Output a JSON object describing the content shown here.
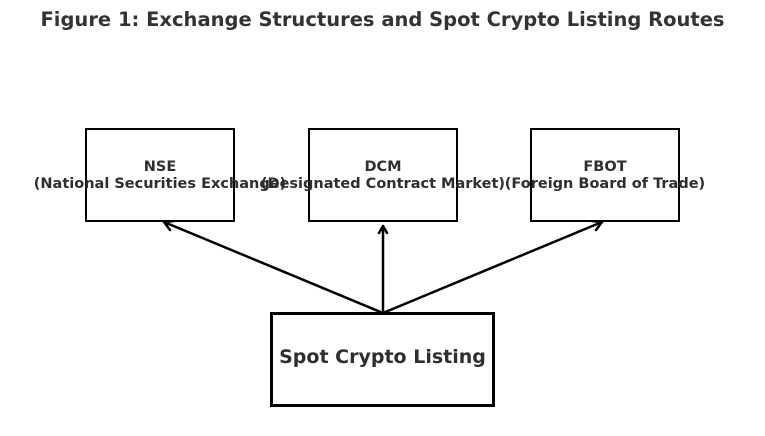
{
  "title": "Figure 1: Exchange Structures and Spot Crypto Listing Routes",
  "source": {
    "label": "Spot Crypto Listing"
  },
  "targets": [
    {
      "abbr": "NSE",
      "name": "(National Securities Exchange)"
    },
    {
      "abbr": "DCM",
      "name": "(Designated Contract Market)"
    },
    {
      "abbr": "FBOT",
      "name": "(Foreign Board of Trade)"
    }
  ],
  "colors": {
    "stroke": "#000000",
    "text": "#2e2e2e",
    "background": "#ffffff"
  }
}
